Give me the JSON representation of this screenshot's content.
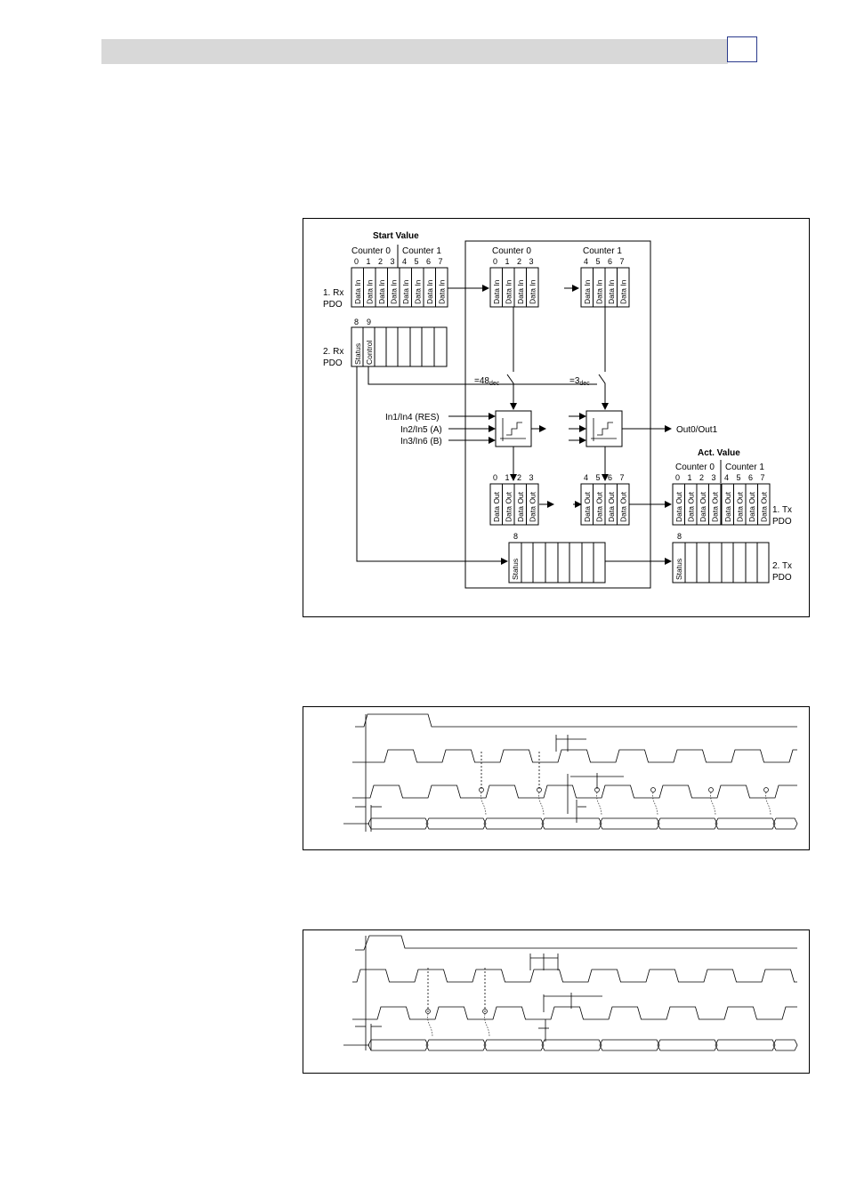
{
  "header": {
    "page_number": ""
  },
  "block_diagram": {
    "start_value_title": "Start Value",
    "act_value_title": "Act. Value",
    "counter0_label": "Counter 0",
    "counter1_label": "Counter 1",
    "channels_left": [
      "0",
      "1",
      "2",
      "3"
    ],
    "channels_right": [
      "4",
      "5",
      "6",
      "7"
    ],
    "data_in": "Data In",
    "data_out": "Data Out",
    "status": "Status",
    "control": "Control",
    "rx1": [
      "1. Rx",
      "PDO"
    ],
    "rx2": [
      "2. Rx",
      "PDO"
    ],
    "tx1": [
      "1. Tx",
      "PDO"
    ],
    "tx2": [
      "2. Tx",
      "PDO"
    ],
    "byte8": "8",
    "byte9": "9",
    "compare0": "=48",
    "compare1": "=3",
    "compare_sub": "dec",
    "inputs": [
      "In1/In4 (RES)",
      "In2/In5 (A)",
      "In3/In6 (B)"
    ],
    "output": "Out0/Out1"
  }
}
